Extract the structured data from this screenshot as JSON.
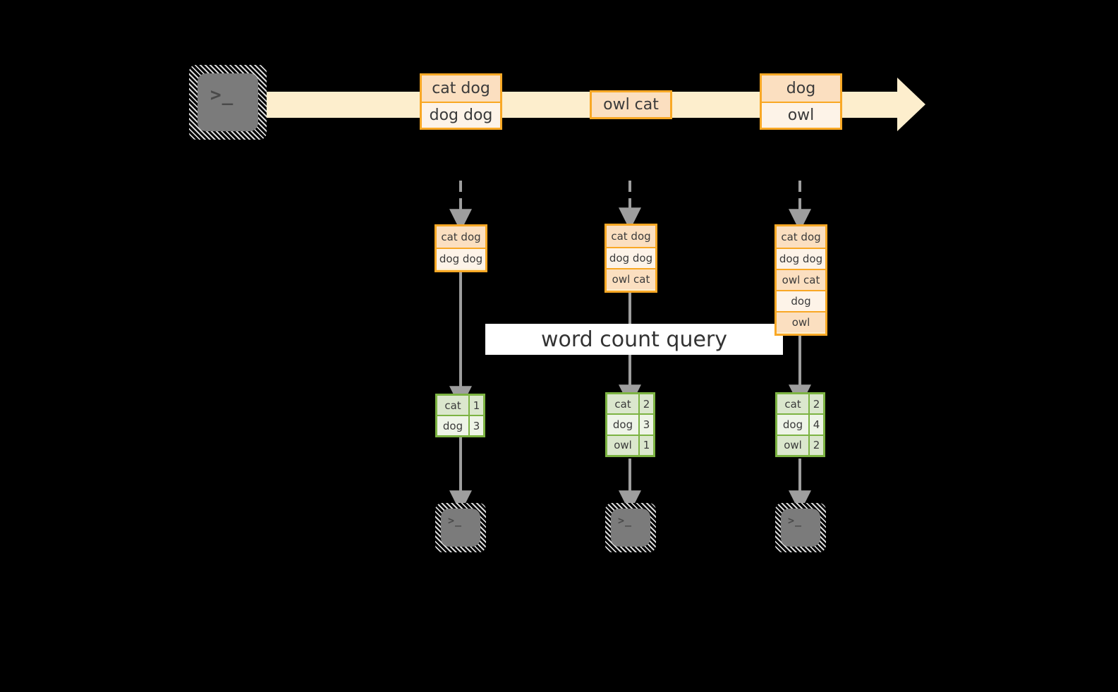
{
  "diagram": {
    "title_label": "word count query",
    "colors": {
      "record_border": "#f9a825",
      "record_fill_dark": "#fbdfc0",
      "record_fill_light": "#fdf3e8",
      "stream_band": "#fdeecd",
      "result_border": "#7cb342",
      "result_fill_tint": "#dbe7cd",
      "result_fill_plain": "#eef4e7",
      "arrow_gray": "#9e9e9e",
      "terminal_gray": "#7b7b7b",
      "label_band": "#ffffff",
      "background": "#000000"
    },
    "source": {
      "icon": "terminal-icon",
      "glyph": ">_"
    },
    "stream": {
      "arrow_icon": "stream-arrow-icon",
      "events": [
        {
          "lines": [
            "cat dog",
            "dog dog"
          ]
        },
        {
          "lines": [
            "owl cat"
          ]
        },
        {
          "lines": [
            "dog",
            "owl"
          ]
        }
      ]
    },
    "snapshots": [
      {
        "ingest_arrow": "dashed-down-arrow-icon",
        "buffer": [
          "cat dog",
          "dog dog"
        ],
        "result_header_hidden": true,
        "result": [
          {
            "word": "cat",
            "count": "1"
          },
          {
            "word": "dog",
            "count": "3"
          }
        ],
        "sink": {
          "icon": "terminal-icon",
          "glyph": ">_"
        }
      },
      {
        "ingest_arrow": "dashed-down-arrow-icon",
        "buffer": [
          "cat dog",
          "dog dog",
          "owl cat"
        ],
        "result_header_hidden": true,
        "result": [
          {
            "word": "cat",
            "count": "2"
          },
          {
            "word": "dog",
            "count": "3"
          },
          {
            "word": "owl",
            "count": "1"
          }
        ],
        "sink": {
          "icon": "terminal-icon",
          "glyph": ">_"
        }
      },
      {
        "ingest_arrow": "dashed-down-arrow-icon",
        "buffer": [
          "cat dog",
          "dog dog",
          "owl cat",
          "dog",
          "owl"
        ],
        "result_header_hidden": true,
        "result": [
          {
            "word": "cat",
            "count": "2"
          },
          {
            "word": "dog",
            "count": "4"
          },
          {
            "word": "owl",
            "count": "2"
          }
        ],
        "sink": {
          "icon": "terminal-icon",
          "glyph": ">_"
        }
      }
    ]
  }
}
